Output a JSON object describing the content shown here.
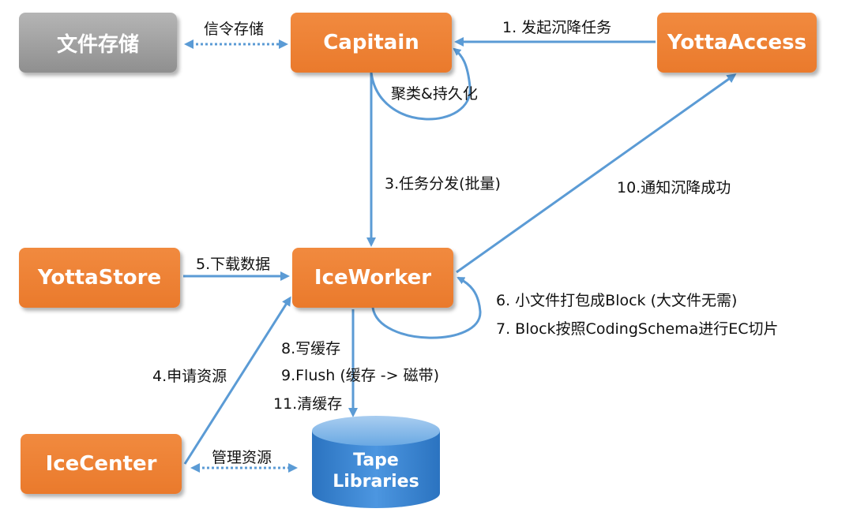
{
  "nodes": {
    "file_storage": "文件存储",
    "capitain": "Capitain",
    "yotta_access": "YottaAccess",
    "yotta_store": "YottaStore",
    "ice_worker": "IceWorker",
    "ice_center": "IceCenter",
    "tape_libraries_line1": "Tape",
    "tape_libraries_line2": "Libraries"
  },
  "edges": {
    "signaling_storage": "信令存储",
    "step1": "1. 发起沉降任务",
    "cluster_persist": "聚类&持久化",
    "step3": "3.任务分发(批量)",
    "step10": "10.通知沉降成功",
    "step5": "5.下载数据",
    "step6": "6. 小文件打包成Block (大文件无需)",
    "step7": "7. Block按照CodingSchema进行EC切片",
    "step8": "8.写缓存",
    "step9": "9.Flush (缓存 -> 磁带)",
    "step11": "11.清缓存",
    "step4": "4.申请资源",
    "manage_resource": "管理资源"
  },
  "colors": {
    "node_orange": "#ED7D31",
    "node_gray": "#A6A6A6",
    "arrow_blue": "#5B9BD5",
    "tape_blue": "#2E75B6"
  }
}
